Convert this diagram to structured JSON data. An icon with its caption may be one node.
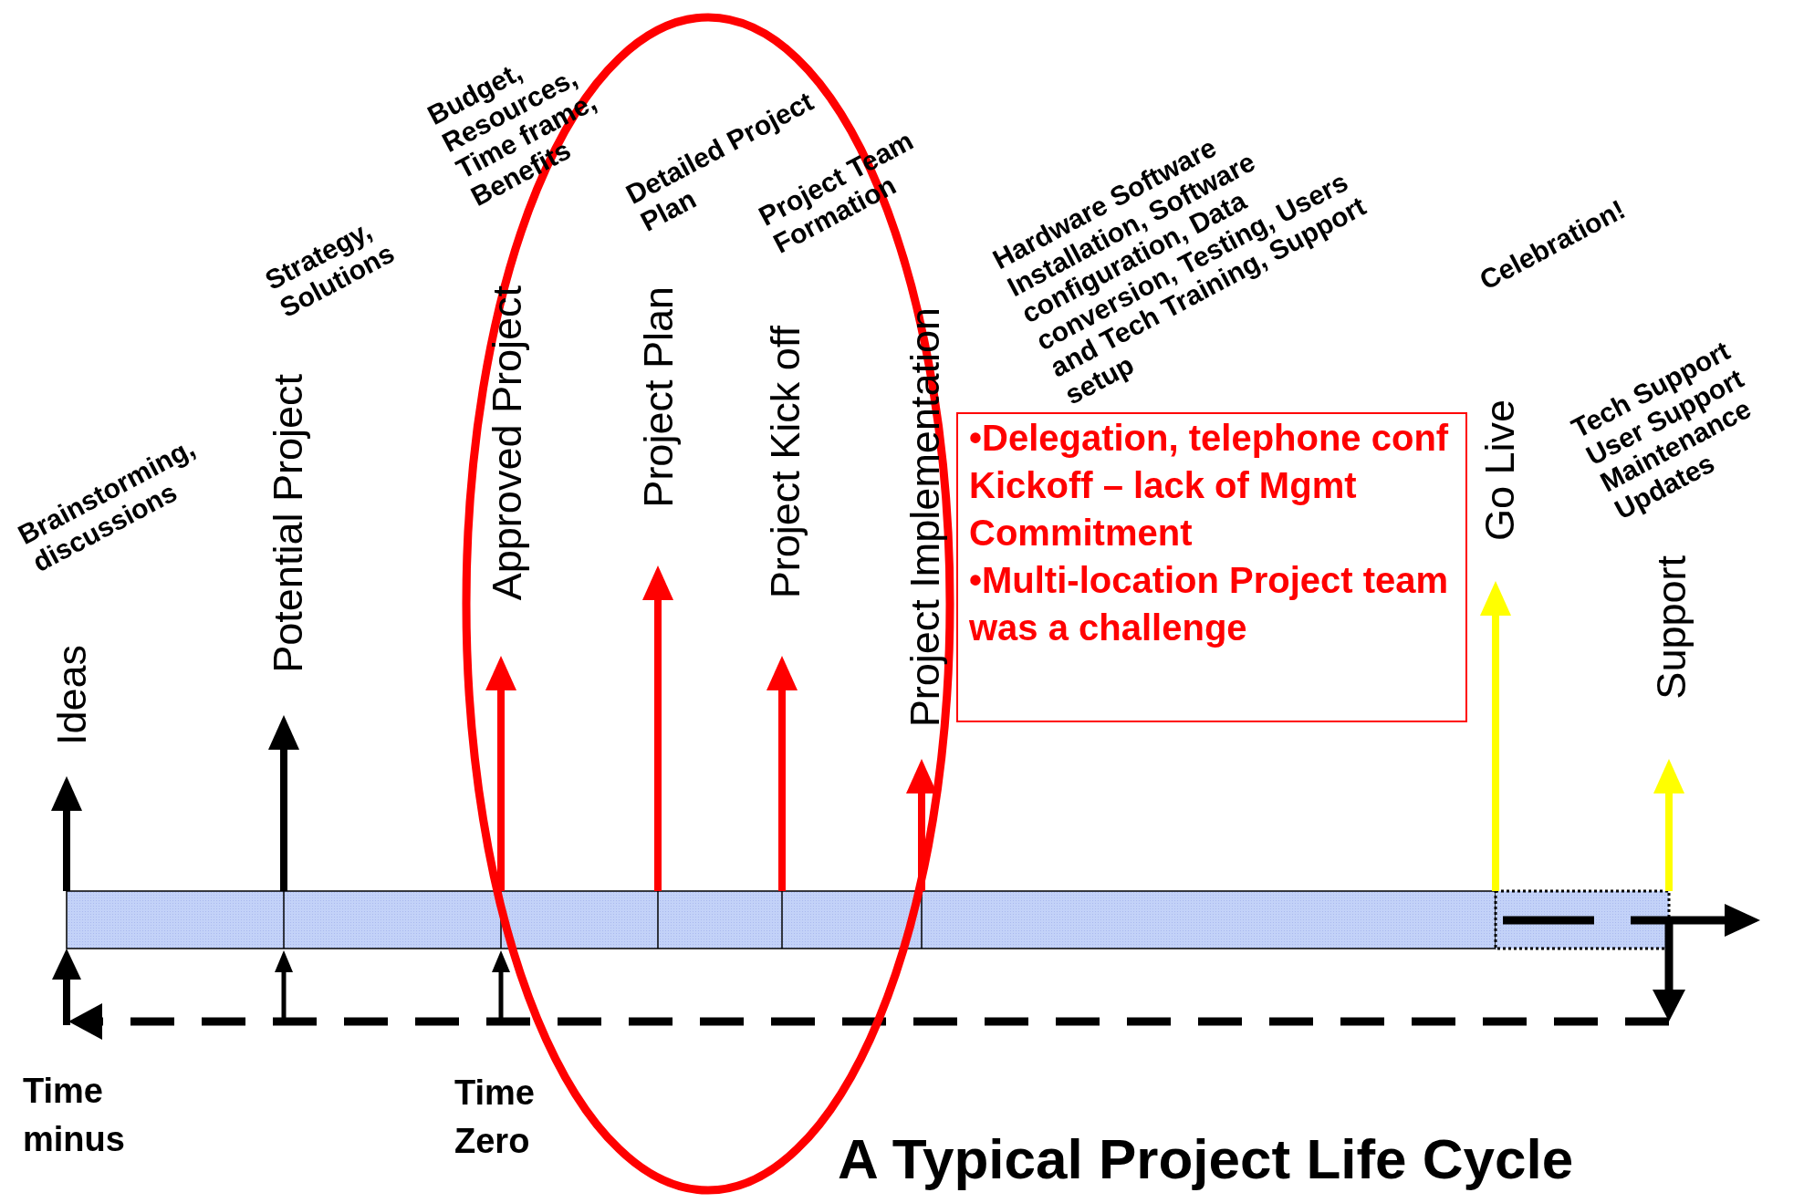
{
  "diagram": {
    "title": "A Typical Project Life Cycle",
    "nodes": [
      {
        "text": [
          "•Delegation, telephone conf Kickoff – lack of Mgmt Commitment",
          "•Multi-location Project team was a challenge"
        ]
      }
    ],
    "labels": [
      "Brainstorming, discussions",
      "Ideas",
      "Strategy, Solutions",
      "Potential Project",
      "Budget, Resources, Time frame, Benefits",
      "Approved Project",
      "Detailed Project Plan",
      "Project Plan",
      "Project Team Formation",
      "Project Kick off",
      "Hardware Software Installation, Software configuration, Data conversion, Testing, Users and Tech Training, Support setup",
      "Project Implementation",
      "Celebration!",
      "Go Live",
      "Tech Support User Support Maintenance Updates",
      "Support",
      "Time minus",
      "Time Zero"
    ]
  }
}
